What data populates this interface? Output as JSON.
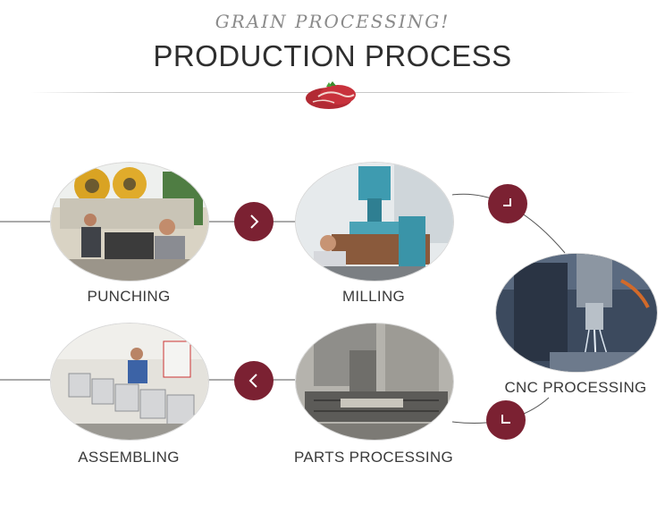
{
  "header": {
    "subtitle": "GRAIN PROCESSING!",
    "title": "PRODUCTION PROCESS"
  },
  "steps": [
    {
      "id": "punching",
      "label": "PUNCHING"
    },
    {
      "id": "milling",
      "label": "MILLING"
    },
    {
      "id": "cnc",
      "label": "CNC PROCESSING"
    },
    {
      "id": "parts",
      "label": "PARTS PROCESSING"
    },
    {
      "id": "assembling",
      "label": "ASSEMBLING"
    }
  ],
  "colors": {
    "accent": "#7b2132",
    "title": "#2e2e2e",
    "subtitle": "#8a8a8a",
    "label": "#3a3a3a",
    "line": "#555555"
  },
  "icons": {
    "arrow_right": "chevron-right-icon",
    "arrow_left": "chevron-left-icon",
    "turn_down": "corner-down-icon",
    "turn_left": "corner-left-icon",
    "decoration": "steak-icon"
  }
}
